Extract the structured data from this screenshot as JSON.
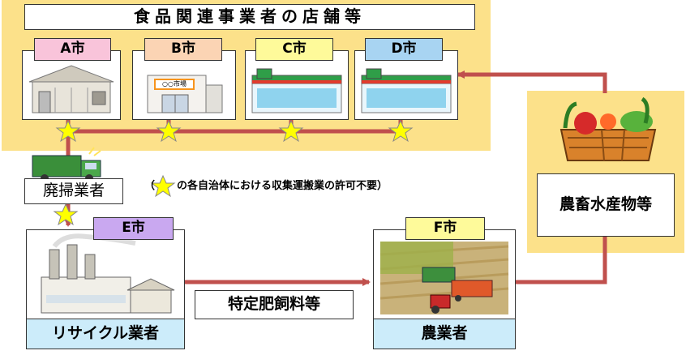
{
  "header": {
    "title": "食品関連事業者の店舗等"
  },
  "cities": {
    "a": {
      "label": "A市",
      "color": "#f9c4da"
    },
    "b": {
      "label": "B市",
      "color": "#fbd4b4"
    },
    "c": {
      "label": "C市",
      "color": "#fefa9a"
    },
    "d": {
      "label": "D市",
      "color": "#a8d4f2"
    },
    "e": {
      "label": "E市",
      "color": "#c9a8f0"
    },
    "f": {
      "label": "F市",
      "color": "#fefa9a"
    }
  },
  "market_sign": "○○市場",
  "hauler": {
    "label": "廃掃業者"
  },
  "note": {
    "open": "（",
    "text": "の各自治体における収集運搬業の許可不要）"
  },
  "recycler": {
    "label": "リサイクル業者"
  },
  "farmer": {
    "label": "農業者"
  },
  "product": {
    "label": "特定肥飼料等"
  },
  "produce": {
    "label": "農畜水産物等"
  },
  "colors": {
    "panel": "#fce18a",
    "arrow": "#c0504d",
    "star": "#ffff00",
    "label_blue": "#ccecfa"
  }
}
